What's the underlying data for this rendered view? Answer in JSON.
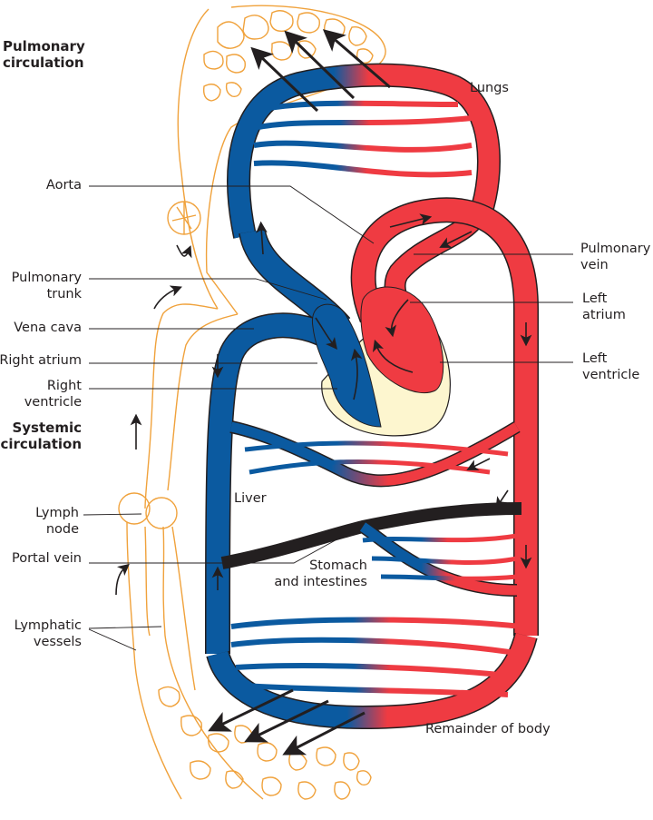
{
  "title": "Pulmonary and systemic circulation",
  "colors": {
    "oxygenated": "#ef3b42",
    "deoxygenated": "#0b5aa0",
    "lymphatic": "#f0a23c",
    "heart_wall": "#fdf6cf",
    "text": "#231f20"
  },
  "headings": {
    "pulmonary": [
      "Pulmonary",
      "circulation"
    ],
    "systemic": [
      "Systemic",
      "circulation"
    ]
  },
  "labels_left": {
    "aorta": [
      "Aorta"
    ],
    "pulmonary_trunk": [
      "Pulmonary",
      "trunk"
    ],
    "vena_cava": [
      "Vena cava"
    ],
    "right_atrium": [
      "Right atrium"
    ],
    "right_ventricle": [
      "Right",
      "ventricle"
    ],
    "lymph_node": [
      "Lymph",
      "node"
    ],
    "portal_vein": [
      "Portal vein"
    ],
    "lymphatic_vessels": [
      "Lymphatic",
      "vessels"
    ]
  },
  "labels_right": {
    "lungs": [
      "Lungs"
    ],
    "pulmonary_vein": [
      "Pulmonary",
      "vein"
    ],
    "left_atrium": [
      "Left",
      "atrium"
    ],
    "left_ventricle": [
      "Left",
      "ventricle"
    ]
  },
  "labels_inner": {
    "liver": [
      "Liver"
    ],
    "stomach_intestines": [
      "Stomach",
      "and intestines"
    ],
    "remainder_of_body": [
      "Remainder of body"
    ]
  }
}
